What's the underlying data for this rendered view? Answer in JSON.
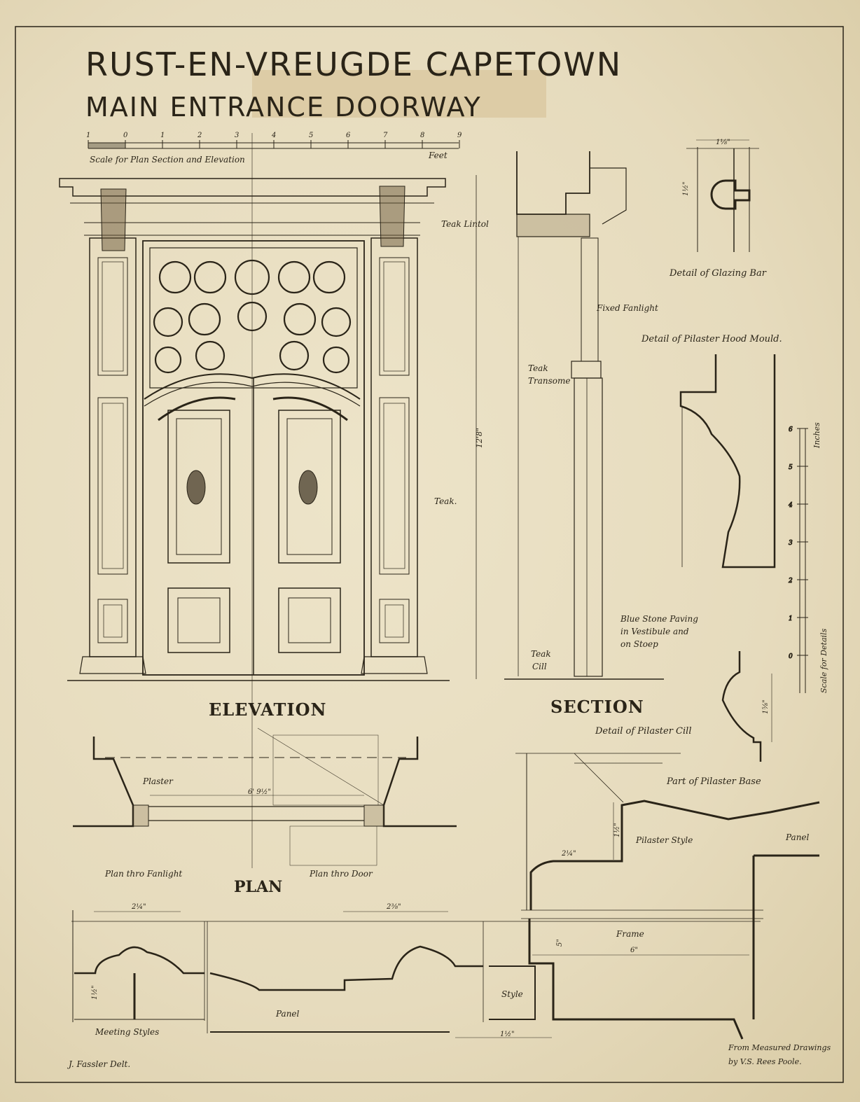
{
  "title": {
    "line1": "RUST-EN-VREUGDE CAPETOWN",
    "line2": "MAIN ENTRANCE DOORWAY"
  },
  "scale_bar": {
    "ticks": [
      "1",
      "0",
      "1",
      "2",
      "3",
      "4",
      "5",
      "6",
      "7",
      "8",
      "9"
    ],
    "caption": "Scale for Plan Section and Elevation",
    "unit": "Feet"
  },
  "views": {
    "elevation": "ELEVATION",
    "section": "SECTION",
    "plan": "PLAN"
  },
  "elevation_notes": {
    "teak_lintol": "Teak Lintol",
    "teak": "Teak.",
    "height_dim": "12'8\""
  },
  "section_notes": {
    "fixed_fanlight": "Fixed Fanlight",
    "teak_transome_1": "Teak",
    "teak_transome_2": "Transome",
    "paving_1": "Blue Stone Paving",
    "paving_2": "in Vestibule and",
    "paving_3": "on Stoep",
    "teak_cill_1": "Teak",
    "teak_cill_2": "Cill"
  },
  "details": {
    "glazing_bar": "Detail of Glazing Bar",
    "glazing_dim_w": "1⅛\"",
    "glazing_dim_h": "1½\"",
    "hood_mould": "Detail of Pilaster Hood Mould.",
    "pilaster_cill": "Detail of Pilaster Cill",
    "cill_dim": "1⅝\"",
    "pilaster_base": "Part of Pilaster Base",
    "pilaster_style": "Pilaster Style",
    "panel": "Panel",
    "frame": "Frame",
    "dim_2_1_4": "2¼\"",
    "dim_1_1_2": "1½\"",
    "dim_6": "6\"",
    "dim_5": "5\""
  },
  "detail_scale": {
    "unit": "Inches",
    "caption": "Scale for Details",
    "ticks": [
      "0",
      "1",
      "2",
      "3",
      "4",
      "5",
      "6"
    ]
  },
  "plan_notes": {
    "plaster": "Plaster",
    "dim_width": "6' 9½\"",
    "fanlight": "Plan thro Fanlight",
    "door": "Plan thro Door"
  },
  "bottom_details": {
    "meeting_styles": "Meeting Styles",
    "panel": "Panel",
    "style": "Style",
    "dim_left": "2¼\"",
    "dim_mid": "2⅜\"",
    "dim_bottom": "1½\"",
    "dim_small": "1½\""
  },
  "credits": {
    "delineator": "J. Fassler Delt.",
    "source_1": "From Measured Drawings",
    "source_2": "by V.S. Rees Poole."
  },
  "colors": {
    "paper": "#e9dfc2",
    "ink": "#2a2418",
    "tape": "#d8c59b"
  }
}
